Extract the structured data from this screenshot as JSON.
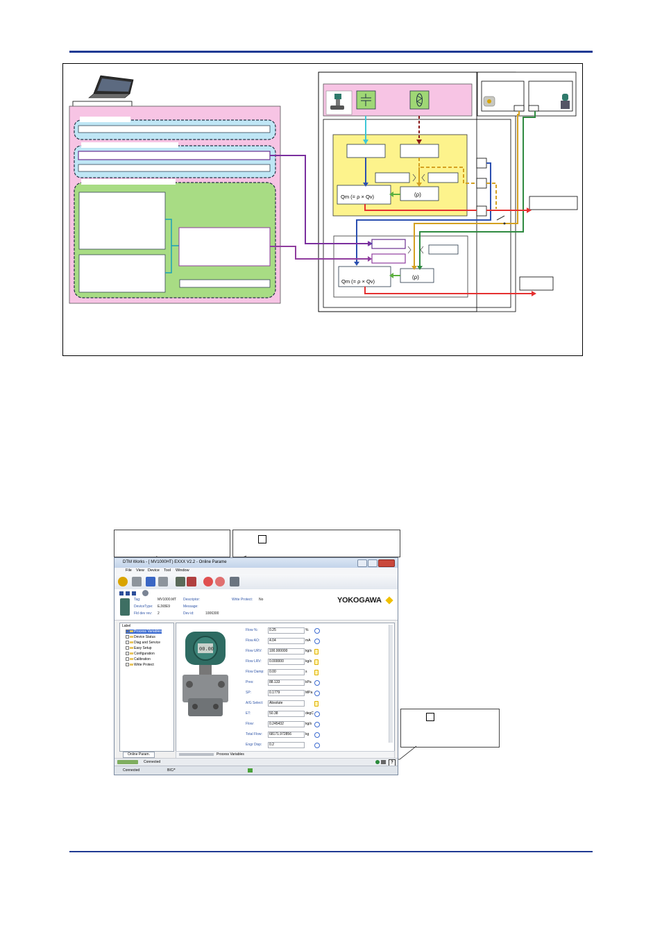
{
  "diagram": {
    "formula_upper": "Qm (= ρ × Qv)",
    "formula_lower": "Qm (= ρ × Qv)",
    "density_upper": "(ρ)",
    "density_lower": "(ρ)"
  },
  "window": {
    "title": "DTM Works - [ MV1000HT) EXXX V2.2 - Online Parame",
    "menu": [
      "File",
      "View",
      "Device",
      "Tool",
      "Window"
    ],
    "brand": "YOKOGAWA",
    "brand_color": "#f0c000",
    "header": {
      "tag_label": "Tag:",
      "tag_value": "MV1000.MT",
      "devtype_label": "DeviceType:",
      "devtype_value": "EJX8E9",
      "rev_label": "Fld dev rev:",
      "rev_value": "2",
      "desc_label": "Descriptor:",
      "msg_label": "Message:",
      "devid_label": "Dev id:",
      "devid_value": "1006300",
      "wp_label": "Write Protect:",
      "wp_value": "No"
    },
    "tree": {
      "header": "Label",
      "items": [
        "Process Variables",
        "Device Status",
        "Diag and Service",
        "Easy Setup",
        "Configuration",
        "Calibration",
        "Write Protect"
      ]
    },
    "tab_label": "Online Param.",
    "panel_footer": "Process Variables",
    "params": [
      {
        "label": "Flow %:",
        "value": "0.25",
        "unit": "%"
      },
      {
        "label": "Flow AO:",
        "value": "4.04",
        "unit": "mA"
      },
      {
        "label": "Flow URV:",
        "value": "100.000000",
        "unit": "kg/s"
      },
      {
        "label": "Flow LRV:",
        "value": "0.000000",
        "unit": "kg/s"
      },
      {
        "label": "Flow Damp:",
        "value": "0.00",
        "unit": "s"
      },
      {
        "label": "Pres:",
        "value": "88.133",
        "unit": "kPa"
      },
      {
        "label": "SP:",
        "value": "0.1779",
        "unit": "MPa"
      },
      {
        "label": "A/G Select:",
        "value": "Absolute",
        "unit": ""
      },
      {
        "label": "ET:",
        "value": "50.38",
        "unit": "degC"
      },
      {
        "label": "Flow:",
        "value": "0.245432",
        "unit": "kg/s"
      },
      {
        "label": "Total Flow:",
        "value": "68171.972856",
        "unit": "kg"
      },
      {
        "label": "Engr Disp:",
        "value": "0.2",
        "unit": ""
      }
    ],
    "lcd_text": "00.00",
    "status_connected": "Connected",
    "status_bar_connected": "Connected",
    "status_bar_protocol": "BIC/*",
    "help_glyph": "?"
  }
}
